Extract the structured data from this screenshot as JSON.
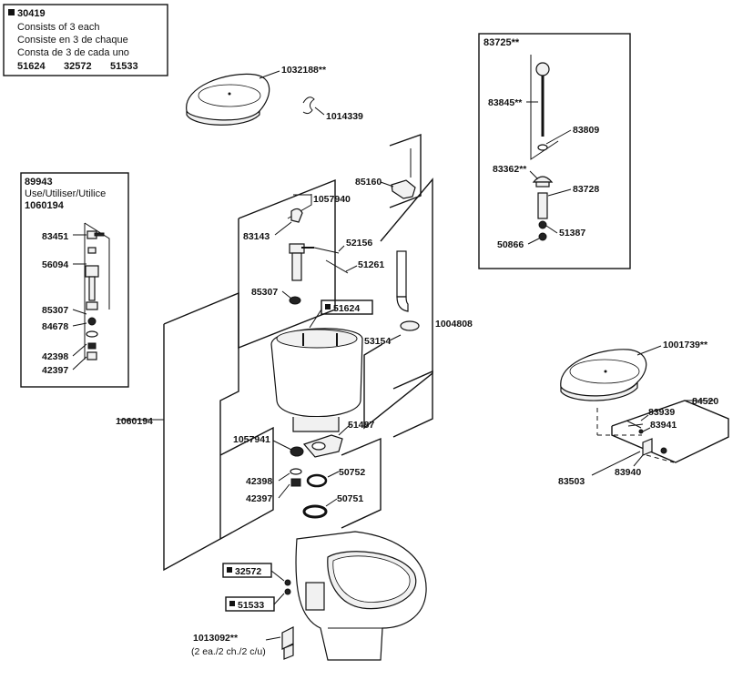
{
  "kit_box": {
    "part_no": "30419",
    "lines": [
      "Consists of 3 each",
      "Consiste en 3 de chaque",
      "Consta de 3 de cada uno"
    ],
    "parts": [
      "51624",
      "32572",
      "51533"
    ]
  },
  "valve_box": {
    "part_no": "89943",
    "use_label": "Use/Utiliser/Utilice",
    "use_part": "1060194",
    "items": [
      "83451",
      "56094",
      "85307",
      "84678",
      "42398",
      "42397"
    ]
  },
  "flush_box": {
    "part_no": "83725**",
    "items": [
      "83845**",
      "83809",
      "83362**",
      "83728",
      "51387",
      "50866"
    ]
  },
  "labels": {
    "lid_top": "1032188**",
    "clip": "1014339",
    "handle": "85160",
    "handle_assy": "1057940",
    "part_83143": "83143",
    "part_52156": "52156",
    "part_51261": "51261",
    "part_85307": "85307",
    "part_51624": "51624",
    "tank_assy": "1004808",
    "part_53154": "53154",
    "group_left": "1060194",
    "part_1057941": "1057941",
    "part_51487": "51487",
    "part_42398": "42398",
    "part_50752": "50752",
    "part_42397": "42397",
    "part_50751": "50751",
    "part_32572": "32572",
    "part_51533": "51533",
    "caps": "1013092**",
    "caps_note": "(2 ea./2 ch./2 c/u)",
    "lid_right": "1001739**",
    "seat_kit": "84520",
    "part_83939": "83939",
    "part_83941": "83941",
    "part_83503": "83503",
    "part_83940": "83940"
  }
}
